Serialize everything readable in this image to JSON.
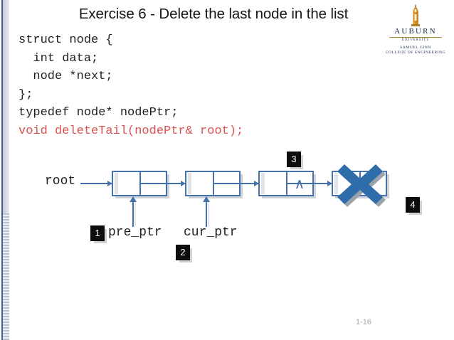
{
  "slide": {
    "title": "Exercise 6 - Delete the last node in the list",
    "page_number": "1-16",
    "background": "#ffffff",
    "accent_bar_color": "#43599b"
  },
  "logo": {
    "name": "auburn-university-logo",
    "wordmark": "AUBURN",
    "subtitle": "UNIVERSITY",
    "college_line_1": "SAMUEL GINN",
    "college_line_2": "COLLEGE OF ENGINEERING",
    "gold": "#b0812f",
    "navy": "#1c2b4a"
  },
  "code": {
    "lines": [
      {
        "text": "struct node {",
        "color": "#231f20"
      },
      {
        "text": "  int data;",
        "color": "#231f20"
      },
      {
        "text": "  node *next;",
        "color": "#231f20"
      },
      {
        "text": "};",
        "color": "#231f20"
      },
      {
        "text": "typedef node* nodePtr;",
        "color": "#231f20"
      },
      {
        "text": "void deleteTail(nodePtr& root);",
        "color": "#d9534f"
      }
    ]
  },
  "diagram": {
    "root_label": "root",
    "node_border_color": "#4472a8",
    "null_symbol": "∧",
    "nodes": [
      {
        "id": 1,
        "has_null": false,
        "deleted": false
      },
      {
        "id": 2,
        "has_null": false,
        "deleted": false
      },
      {
        "id": 3,
        "has_null": true,
        "deleted": false
      },
      {
        "id": 4,
        "has_null": false,
        "deleted": true
      }
    ],
    "pointers": [
      {
        "label": "pre_ptr",
        "target_node": 1
      },
      {
        "label": "cur_ptr",
        "target_node": 2
      }
    ],
    "badges": [
      {
        "number": "1",
        "near": "pre_ptr-label"
      },
      {
        "number": "2",
        "near": "cur_ptr-arrow"
      },
      {
        "number": "3",
        "near": "node-3-null"
      },
      {
        "number": "4",
        "near": "delete-x"
      }
    ],
    "delete_marker": {
      "name": "delete-x-icon",
      "fill": "#2e6daa",
      "shadow": "#9aa2aa"
    }
  }
}
